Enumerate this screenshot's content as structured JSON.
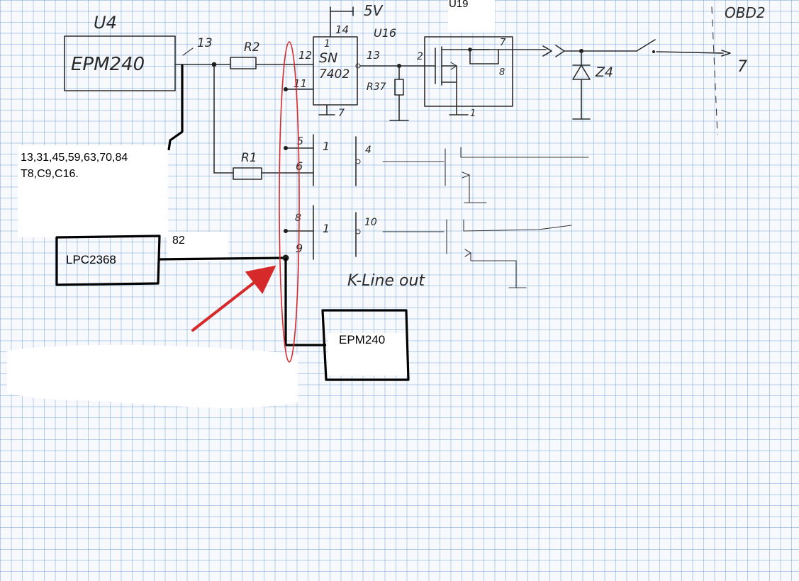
{
  "labels": {
    "u4": "U4",
    "epm_top": "EPM240",
    "pin13_epm": "13",
    "r2": "R2",
    "r1": "R1",
    "five_v": "5V",
    "u16": "U16",
    "u19": "U19",
    "obd2": "OBD2",
    "pin14": "14",
    "pin1_top": "1",
    "pin12": "12",
    "pin11": "11",
    "pin7": "7",
    "chip_line1": "SN",
    "chip_line2": "7402",
    "pin13_out": "13",
    "r37": "R37",
    "pin2": "2",
    "pin7_u19": "7",
    "pin8_u19": "8",
    "pin1_u19": "1",
    "z4": "Z4",
    "obd_pin7": "7",
    "pin5": "5",
    "pin6": "6",
    "gate2_num": "1",
    "pin4": "4",
    "pin8": "8",
    "pin9": "9",
    "gate3_num": "1",
    "pin10": "10",
    "kline": "K-Line out",
    "pin_list_1": "13,31,45,59,63,70,84",
    "pin_list_2": "T8,C9,C16.",
    "lpc": "LPC2368",
    "pin82": "82",
    "epm_bottom": "EPM240"
  },
  "colors": {
    "ink": "#2c2c2c",
    "annotation_red": "#d62a2a",
    "grid": "#6096d2"
  }
}
